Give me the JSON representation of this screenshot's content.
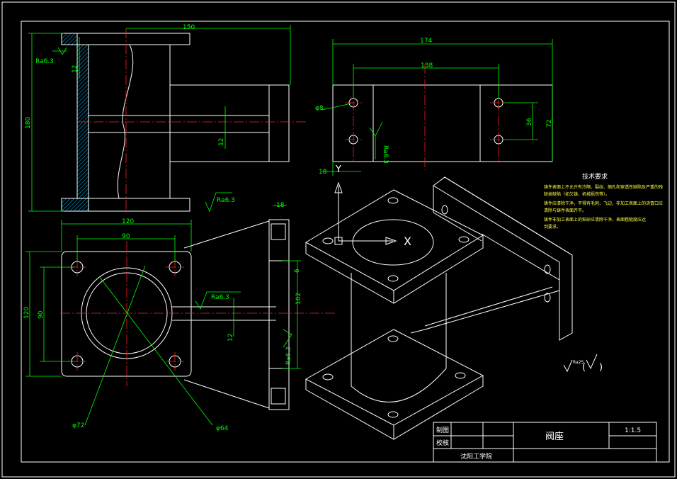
{
  "colors": {
    "background": "#000000",
    "outline": "#ffffff",
    "dimension": "#00ff00",
    "centerline": "#ff2020",
    "notes": "#ffff40"
  },
  "dimensions": {
    "front_width": "150",
    "front_height": "180",
    "front_flange": "12",
    "front_rib": "12",
    "ra_front_left": "Ra6.3",
    "ra_front_bottom": "Ra6.3",
    "top_width": "174",
    "top_holes": "138",
    "top_inner": "36",
    "top_outer": "72",
    "top_hole_dia": "φ8",
    "top_edge": "18",
    "ra_top": "Ra6.3",
    "plan_width": "120",
    "plan_holes": "90",
    "plan_height": "120",
    "plan_holes_v": "90",
    "ra_plan": "Ra6.3",
    "plan_rib": "12",
    "plan_phi72": "φ72",
    "plan_phi64": "φ64",
    "side_top": "18",
    "side_height": "102",
    "side_small": "6",
    "ra_side": "Ra6.3"
  },
  "iso": {
    "x_axis": "X",
    "y_axis": "Y"
  },
  "notes": {
    "title": "技术要求",
    "line1": "铸件表面上不允许有冷隔、裂纹、缩孔和穿透性缺陷及严重的残",
    "line2": "缺类缺陷（如欠铸、机械损伤等）。",
    "line3": "铸件应清除干净，不得有毛刺、飞边，非加工表面上的浇冒口应",
    "line4": "清除与铸件表面齐平。",
    "line5": "铸件非加工表面上的粘砂应清除干净，表面粗糙度应达",
    "line6": "到要求。"
  },
  "roughness_symbol": "Ra25",
  "title_block": {
    "drawn": "制图",
    "checked": "校核",
    "part_name": "阀座",
    "scale": "1:1.5",
    "school": "沈阳工学院"
  }
}
